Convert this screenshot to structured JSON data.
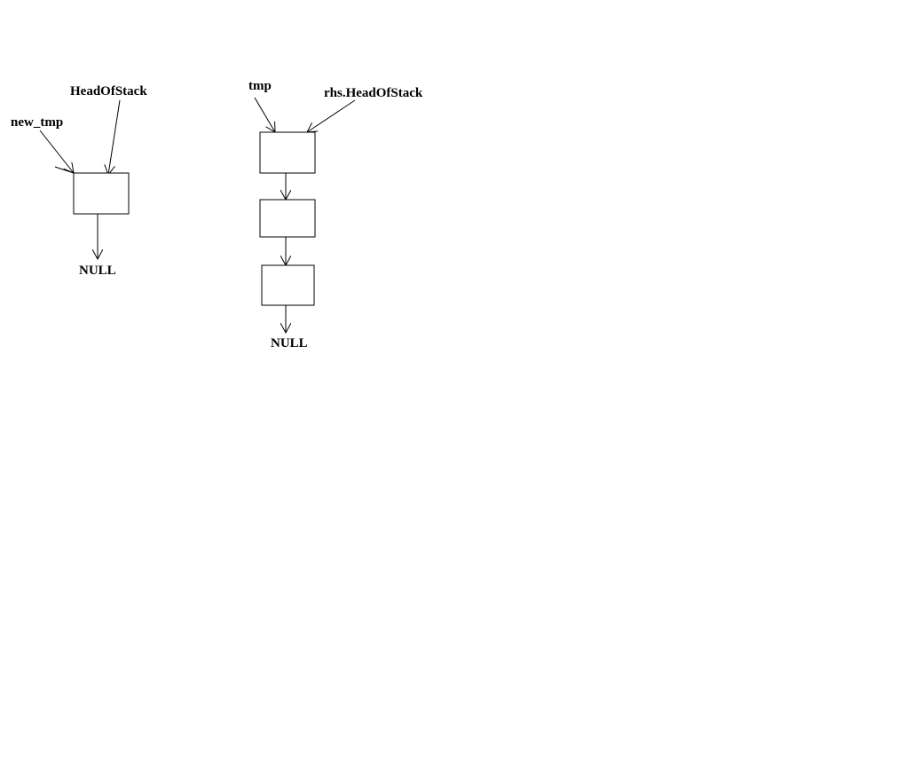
{
  "diagram": {
    "left": {
      "labels": {
        "new_tmp": "new_tmp",
        "head": "HeadOfStack",
        "null": "NULL"
      },
      "node_count": 1
    },
    "right": {
      "labels": {
        "tmp": "tmp",
        "head": "rhs.HeadOfStack",
        "null": "NULL"
      },
      "node_count": 3
    }
  }
}
